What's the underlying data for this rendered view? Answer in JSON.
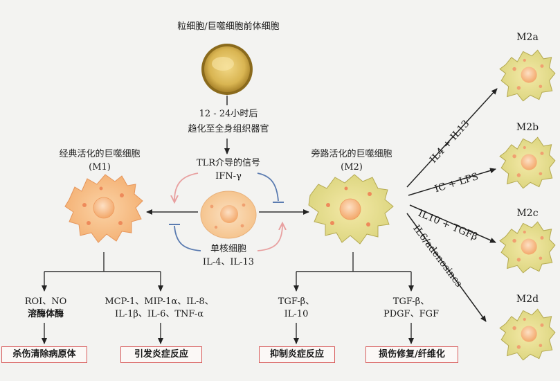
{
  "top": {
    "precursor_label": "粒细胞/巨噬细胞前体细胞",
    "time_label": "12 - 24小时后",
    "migration_label": "趋化至全身组织器官"
  },
  "center": {
    "signal_line1": "TLR介导的信号",
    "signal_line2": "IFN-γ",
    "monocyte_line1": "单核细胞",
    "monocyte_line2": "IL-4、IL-13"
  },
  "m1": {
    "title_line1": "经典活化的巨噬细胞",
    "title_line2": "(M1)",
    "products_a_line1": "ROI、NO",
    "products_a_line2": "溶酶体酶",
    "products_b_line1": "MCP-1、MIP-1α、IL-8、",
    "products_b_line2": "IL-1β、IL-6、TNF-α",
    "outcome_a": "杀伤清除病原体",
    "outcome_b": "引发炎症反应"
  },
  "m2": {
    "title_line1": "旁路活化的巨噬细胞",
    "title_line2": "(M2)",
    "products_a_line1": "TGF-β、",
    "products_a_line2": "IL-10",
    "products_b_line1": "TGF-β、",
    "products_b_line2": "PDGF、FGF",
    "outcome_a": "抑制炎症反应",
    "outcome_b": "损伤修复/纤维化"
  },
  "subtypes": [
    {
      "name": "M2a",
      "stimulus": "IL4 + IL13"
    },
    {
      "name": "M2b",
      "stimulus": "IC + LPS"
    },
    {
      "name": "M2c",
      "stimulus": "IL10 + TGFβ"
    },
    {
      "name": "M2d",
      "stimulus": "IL6/adenosines"
    }
  ],
  "colors": {
    "activation_arrow": "#e8a0a0",
    "inhibition_arrow": "#5a7bb0",
    "outcome_box_border": "#d85a5a",
    "macrophage_fill": "#f6c48e",
    "m2_fill": "#e6e295"
  }
}
